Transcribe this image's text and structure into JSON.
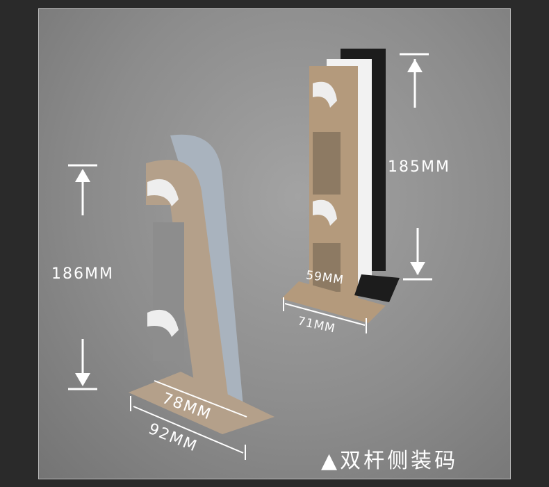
{
  "left_bracket": {
    "height_label": "186MM",
    "depth_label": "78MM",
    "base_label": "92MM"
  },
  "right_bracket": {
    "height_label": "185MM",
    "depth_label": "59MM",
    "base_label": "71MM"
  },
  "caption": "▲双杆侧装码",
  "colors": {
    "background": "#2a2a2a",
    "panel": "#8c8c8c",
    "champagne": "#b49a7c",
    "silver": "#aab4bf"
  }
}
